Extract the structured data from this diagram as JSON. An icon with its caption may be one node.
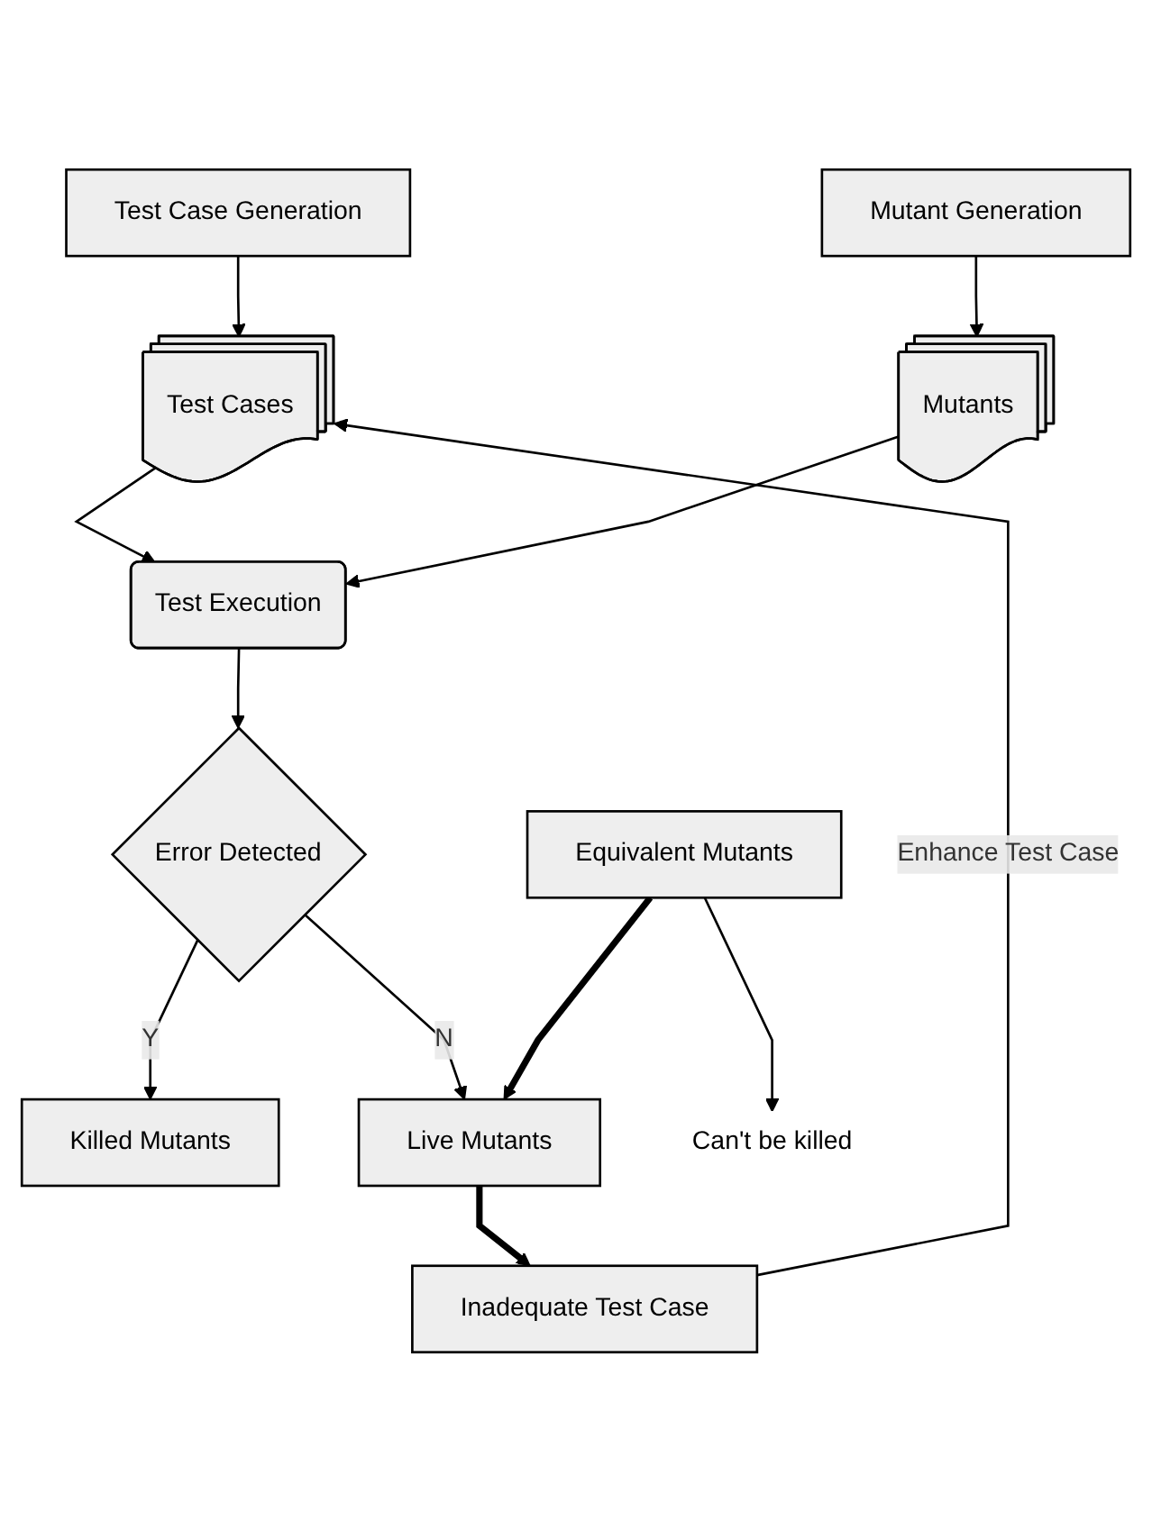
{
  "diagram": {
    "nodes": [
      {
        "text": [
          "Test Case Generation"
        ]
      },
      {
        "text": [
          "Test Cases"
        ]
      },
      {
        "text": [
          "Mutant Generation"
        ]
      },
      {
        "text": [
          "Mutants"
        ]
      },
      {
        "text": [
          "Test Execution"
        ]
      },
      {
        "text": [
          "Error Detected"
        ]
      },
      {
        "text": [
          "Killed Mutants"
        ]
      },
      {
        "text": [
          "Inadequate Test Case"
        ]
      },
      {
        "text": [
          "Live Mutants"
        ]
      },
      {
        "text": [
          "Equivalent Mutants"
        ]
      },
      {
        "text": [
          "Can't be killed"
        ]
      }
    ],
    "edges": [
      {
        "from": 0,
        "to": 1,
        "arrow": "to"
      },
      {
        "from": 2,
        "to": 3,
        "arrow": "to"
      },
      {
        "from": 1,
        "to": 4,
        "arrow": "to"
      },
      {
        "from": 3,
        "to": 4,
        "arrow": "to"
      },
      {
        "from": 4,
        "to": 5,
        "arrow": "to"
      },
      {
        "from": 5,
        "to": 6,
        "label": "Y",
        "arrow": "to"
      },
      {
        "from": 5,
        "to": 8,
        "label": "N",
        "arrow": "to"
      },
      {
        "from": 8,
        "to": 7,
        "arrow": "to",
        "style": "thick"
      },
      {
        "from": 9,
        "to": 8,
        "arrow": "to",
        "style": "thick"
      },
      {
        "from": 7,
        "to": 1,
        "label": "Enhance Test Case",
        "arrow": "to"
      },
      {
        "from": 9,
        "to": 10,
        "arrow": "to"
      }
    ]
  }
}
